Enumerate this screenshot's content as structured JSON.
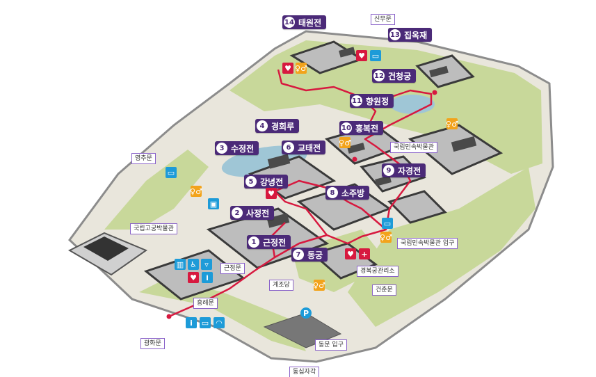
{
  "colors": {
    "pin_bg": "#4b2a78",
    "route": "#d7193f",
    "walls": "#3a3a3a",
    "grass": "#c8d89a",
    "icon_blue": "#1d9bd8",
    "icon_red": "#d7193f",
    "icon_orange": "#f2a31b"
  },
  "pins": [
    {
      "num": "1",
      "label": "근정전"
    },
    {
      "num": "2",
      "label": "사정전"
    },
    {
      "num": "3",
      "label": "수정전"
    },
    {
      "num": "4",
      "label": "경회루"
    },
    {
      "num": "5",
      "label": "강녕전"
    },
    {
      "num": "6",
      "label": "교태전"
    },
    {
      "num": "7",
      "label": "동궁"
    },
    {
      "num": "8",
      "label": "소주방"
    },
    {
      "num": "9",
      "label": "자경전"
    },
    {
      "num": "10",
      "label": "흥복전"
    },
    {
      "num": "11",
      "label": "향원정"
    },
    {
      "num": "12",
      "label": "건청궁"
    },
    {
      "num": "13",
      "label": "집옥재"
    },
    {
      "num": "14",
      "label": "태원전"
    }
  ],
  "labels": {
    "sinmumun": "신무문",
    "yeongchumun": "영추문",
    "museum": "국립고궁박물관",
    "folk_museum": "국립민속박물관",
    "folk_museum_entrance": "국립민속박물관 입구",
    "geunjeongmun": "근정문",
    "heungnyemun": "흥례문",
    "gwanghwamun": "광화문",
    "gyejodang": "계조당",
    "office": "경복궁관리소",
    "geonchunmun": "건춘문",
    "east_gate_entrance": "동문 입구",
    "dongsipjagak": "동십자각"
  },
  "icons": {
    "info": "i",
    "parking": "P",
    "first_aid": "+"
  }
}
